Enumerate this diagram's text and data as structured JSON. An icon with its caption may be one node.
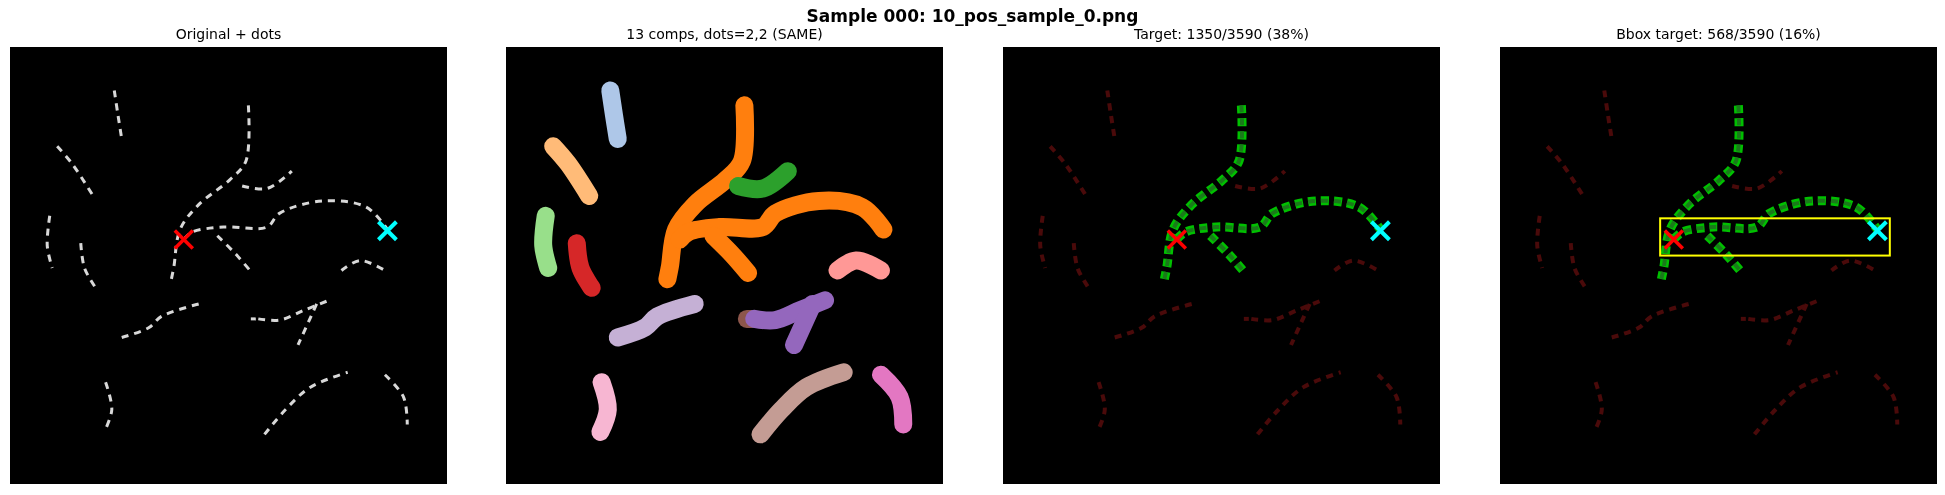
{
  "diagram": {
    "title": "Sample 000: 10_pos_sample_0.png",
    "nodes": [
      {
        "text": [
          "Original + dots"
        ]
      },
      {
        "text": [
          "13 comps, dots=2,2 (SAME)"
        ]
      },
      {
        "text": [
          "Target: 1350/3590 (38%)"
        ]
      },
      {
        "text": [
          "Bbox target: 568/3590 (16%)"
        ]
      }
    ]
  }
}
